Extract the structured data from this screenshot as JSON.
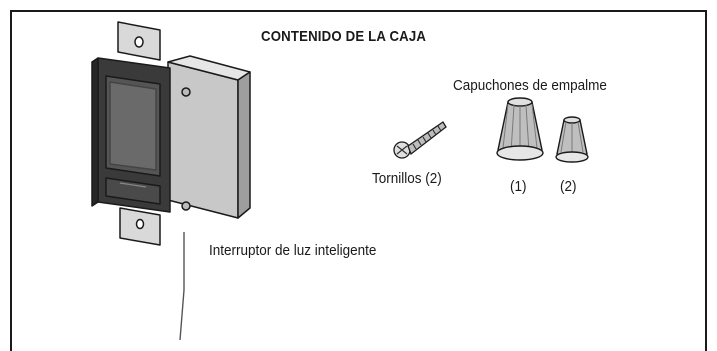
{
  "title": "CONTENIDO DE LA CAJA",
  "items": {
    "switch_label": "Interruptor de luz inteligente",
    "screws_label": "Tornillos (2)",
    "wire_caps_label": "Capuchones de empalme",
    "cap_large_count": "(1)",
    "cap_small_count": "(2)"
  }
}
